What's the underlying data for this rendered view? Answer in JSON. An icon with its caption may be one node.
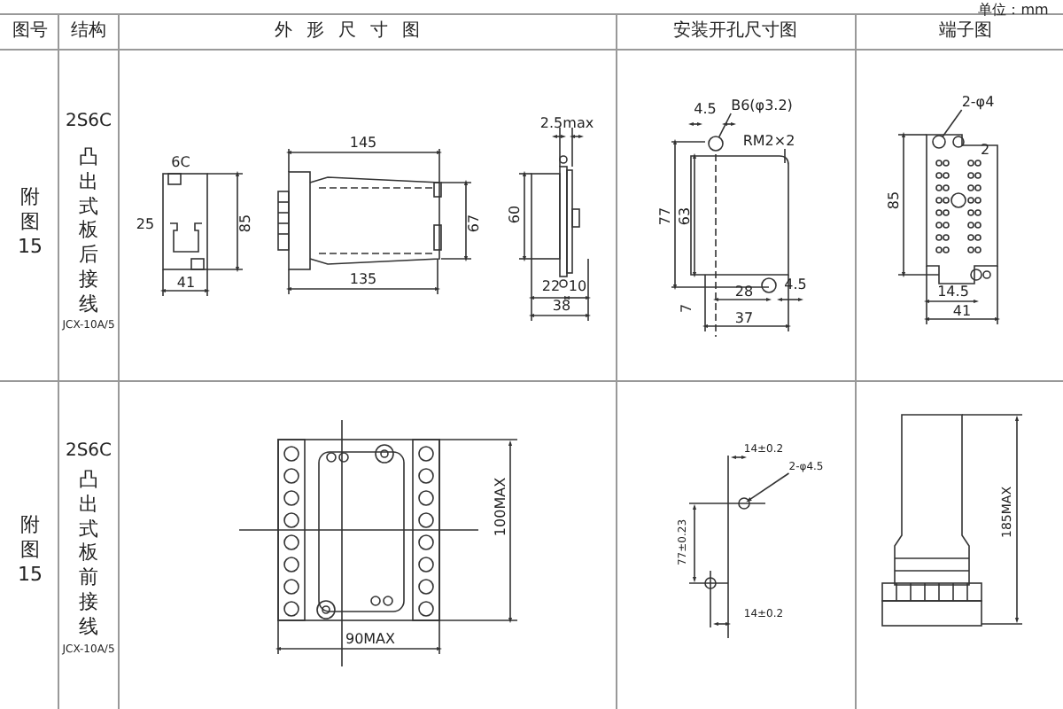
{
  "diagram": {
    "nodes": [
      {
        "text": [
          "B6(φ3.2)"
        ]
      },
      {
        "text": [
          "RM2×2"
        ]
      },
      {
        "text": [
          "2-φ4"
        ]
      },
      {
        "text": [
          "2-φ4.5"
        ]
      },
      {
        "text": [],
        "shape": "circle"
      },
      {
        "text": [],
        "shape": "circle"
      },
      {
        "text": [],
        "shape": "circle"
      }
    ],
    "edges": [
      {
        "from": 0,
        "to": 4,
        "arrow": "none"
      },
      {
        "from": 1,
        "to": null,
        "arrow": "none"
      },
      {
        "from": 2,
        "to": 5,
        "arrow": "none"
      },
      {
        "from": 3,
        "to": 6,
        "arrow": "to"
      }
    ],
    "labels": [
      "单位：mm",
      "图号",
      "结构",
      "外形尺寸图",
      "安装开孔尺寸图",
      "端子图",
      "附图15",
      "2S6C",
      "凸出式板后接线",
      "JCX-10A/5",
      "6C",
      "25",
      "85",
      "41",
      "145",
      "67",
      "135",
      "60",
      "2.5max",
      "22",
      "10",
      "38",
      "4.5",
      "77",
      "63",
      "7",
      "28",
      "4.5",
      "37",
      "2",
      "85",
      "14.5",
      "41",
      "附图15",
      "2S6C",
      "凸出式板前接线",
      "JCX-10A/5",
      "100MAX",
      "90MAX",
      "14±0.2",
      "77±0.23",
      "14±0.2",
      "185MAX"
    ]
  }
}
